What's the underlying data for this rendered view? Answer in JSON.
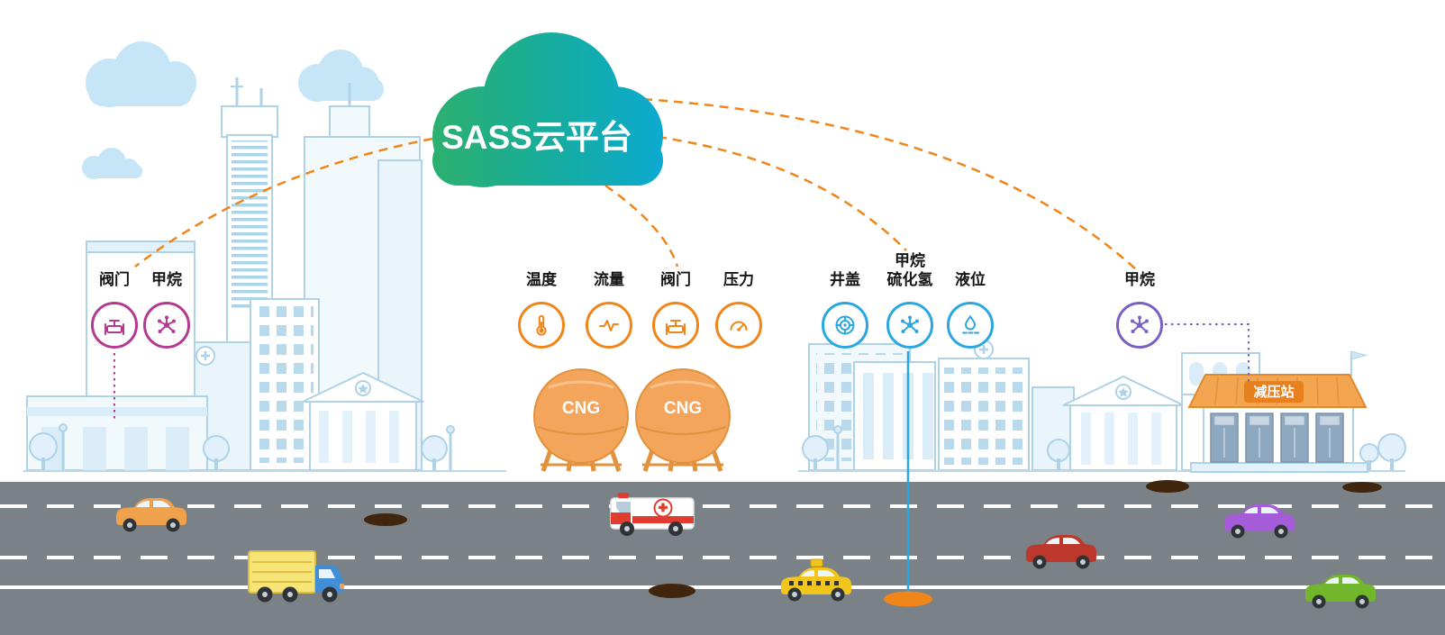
{
  "cloud": {
    "label": "SASS云平台"
  },
  "tanks": {
    "tank1": "CNG",
    "tank2": "CNG"
  },
  "station": {
    "label": "减压站"
  },
  "colors": {
    "magenta": "#b53a8f",
    "orange": "#f08519",
    "blue": "#2aa7e1",
    "purple": "#7a5fc5",
    "cloud_green": "#2eb06b",
    "cloud_teal": "#0ca9d3"
  },
  "sensor_groups": [
    {
      "id": "building-sensors",
      "color": "#b53a8f",
      "sensors": [
        {
          "label": "阀门",
          "icon": "valve-icon"
        },
        {
          "label": "甲烷",
          "icon": "molecule-icon"
        }
      ]
    },
    {
      "id": "cng-tank-sensors",
      "color": "#f08519",
      "sensors": [
        {
          "label": "温度",
          "icon": "thermometer-icon"
        },
        {
          "label": "流量",
          "icon": "flow-icon"
        },
        {
          "label": "阀门",
          "icon": "valve-icon"
        },
        {
          "label": "压力",
          "icon": "gauge-icon"
        }
      ]
    },
    {
      "id": "pipeline-sensors",
      "color": "#2aa7e1",
      "sensors": [
        {
          "label": "井盖",
          "icon": "manhole-icon"
        },
        {
          "label": "甲烷",
          "label2": "硫化氢",
          "icon": "molecule-icon"
        },
        {
          "label": "液位",
          "icon": "level-icon"
        }
      ]
    },
    {
      "id": "pressure-station-sensors",
      "color": "#7a5fc5",
      "sensors": [
        {
          "label": "甲烷",
          "icon": "molecule-icon"
        }
      ]
    }
  ]
}
